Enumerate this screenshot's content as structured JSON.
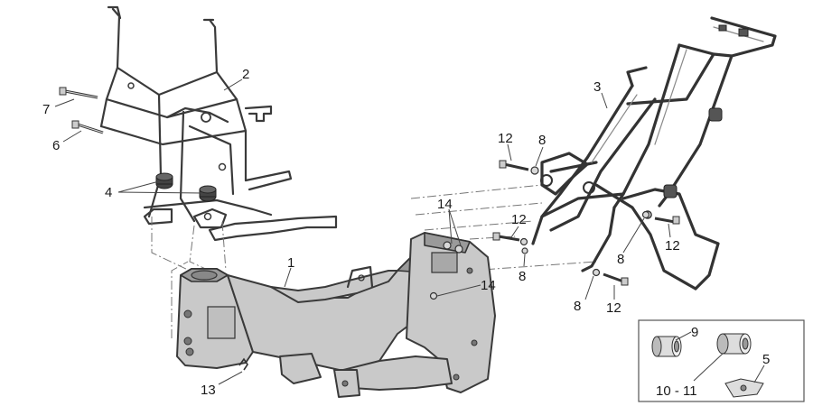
{
  "callouts": {
    "c1": "1",
    "c2": "2",
    "c3": "3",
    "c4": "4",
    "c5": "5",
    "c6": "6",
    "c7": "7",
    "c8a": "8",
    "c8b": "8",
    "c8c": "8",
    "c8d": "8",
    "c9": "9",
    "c10_11": "10 - 11",
    "c12a": "12",
    "c12b": "12",
    "c12c": "12",
    "c12d": "12",
    "c13": "13",
    "c14a": "14",
    "c14b": "14"
  }
}
